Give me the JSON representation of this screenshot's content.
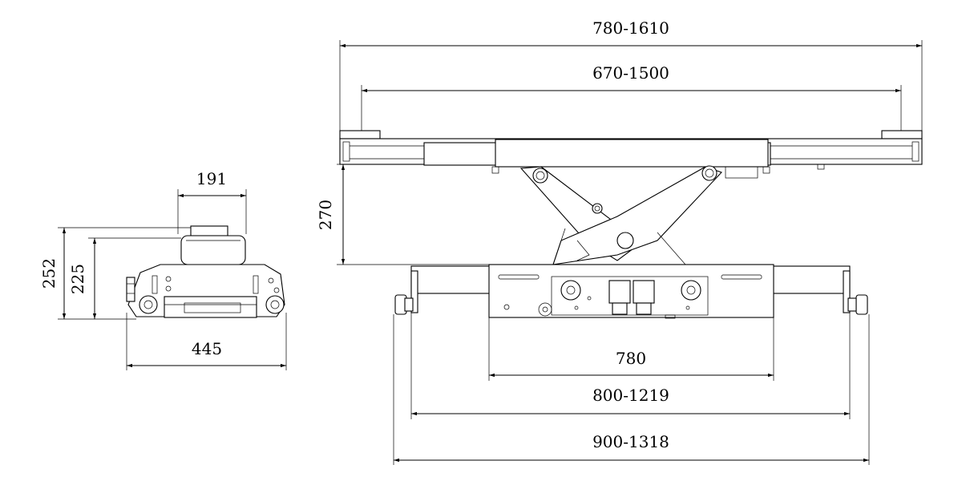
{
  "dimensions": {
    "side_top_width": "191",
    "side_height_outer": "252",
    "side_height_inner": "225",
    "side_base_width": "445",
    "front_overall_width": "780-1610",
    "front_pad_span": "670-1500",
    "front_lift_height": "270",
    "front_base_width": "780",
    "front_rail_span": "800-1219",
    "front_wheel_span": "900-1318"
  }
}
